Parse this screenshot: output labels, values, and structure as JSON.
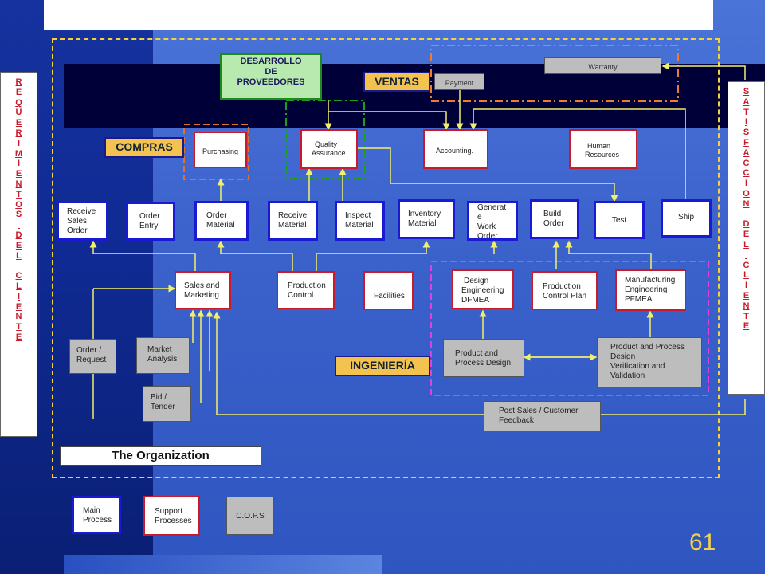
{
  "left_column": {
    "letters": [
      "R",
      "E",
      "Q",
      "U",
      "E",
      "R",
      "I",
      "M",
      "I",
      "E",
      "N",
      "T",
      "O",
      "S",
      "",
      "D",
      "E",
      "L",
      "",
      "C",
      "L",
      "I",
      "E",
      "N",
      "T",
      "E"
    ]
  },
  "right_column": {
    "letters": [
      "S",
      "A",
      "T",
      "I",
      "S",
      "F",
      "A",
      "C",
      "C",
      "I",
      "O",
      "N",
      "",
      "D",
      "E",
      "L",
      "",
      "C",
      "L",
      "I",
      "E",
      "N",
      "T",
      "E"
    ]
  },
  "tags": {
    "desarrollo_l1": "DESARROLLO",
    "desarrollo_l2": "DE",
    "desarrollo_l3": "PROVEEDORES",
    "ventas": "VENTAS",
    "compras": "COMPRAS",
    "ingenieria": "INGENIERÍA"
  },
  "top": {
    "warranty": "Warranty",
    "payment": "Payment"
  },
  "support_top": {
    "purchasing": "Purchasing",
    "qa_l1": "Quality",
    "qa_l2": "Assurance",
    "accounting": "Accounting.",
    "hr_l1": "Human",
    "hr_l2": "Resources"
  },
  "main": {
    "receive_sales_l1": "Receive",
    "receive_sales_l2": "Sales",
    "receive_sales_l3": "Order",
    "order_entry_l1": "Order",
    "order_entry_l2": "Entry",
    "order_material_l1": "Order",
    "order_material_l2": "Material",
    "receive_material_l1": "Receive",
    "receive_material_l2": "Material",
    "inspect_l1": "Inspect",
    "inspect_l2": "Material",
    "inventory_l1": "Inventory",
    "inventory_l2": "Material",
    "generate_l1": "Generat",
    "generate_l2": "e",
    "generate_l3": "Work",
    "generate_l4": "Order",
    "build_l1": "Build",
    "build_l2": "Order",
    "test": "Test",
    "ship": "Ship"
  },
  "support_mid": {
    "sales_l1": "Sales and",
    "sales_l2": "Marketing",
    "prodctl_l1": "Production",
    "prodctl_l2": "Control",
    "facilities": "Facilities",
    "design_l1": "Design",
    "design_l2": "Engineering",
    "design_l3": "DFMEA",
    "pcp_l1": "Production",
    "pcp_l2": "Control Plan",
    "mfg_l1": "Manufacturing",
    "mfg_l2": "Engineering",
    "mfg_l3": "PFMEA"
  },
  "cops": {
    "order_request_l1": "Order /",
    "order_request_l2": "Request",
    "market_l1": "Market",
    "market_l2": "Analysis",
    "bid_l1": "Bid /",
    "bid_l2": "Tender",
    "ppd_l1": "Product and",
    "ppd_l2": "Process Design",
    "ppdv_l1": "Product and Process",
    "ppdv_l2": "Design",
    "ppdv_l3": "Verification and",
    "ppdv_l4": "Validation",
    "post_l1": "Post Sales / Customer",
    "post_l2": "Feedback"
  },
  "org_label": "The Organization",
  "legend": {
    "main_l1": "Main",
    "main_l2": "Process",
    "support_l1": "Support",
    "support_l2": "Processes",
    "cops": "C.O.P.S"
  },
  "page_number": "61",
  "colors": {
    "main_border": "#1a1ad2",
    "support_border": "#c81a2a",
    "cops_fill": "#bdbdbd",
    "tag_fill": "#f3c24f",
    "dev_fill": "#b8eab0",
    "org_frame": "#f5d23a"
  }
}
